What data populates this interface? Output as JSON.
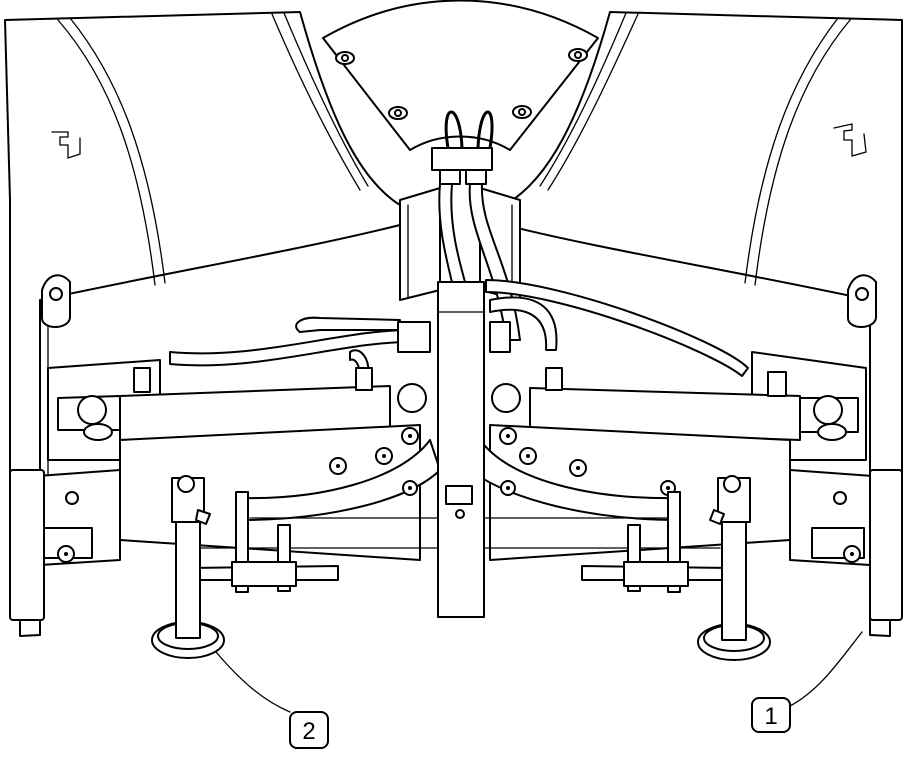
{
  "diagram": {
    "callouts": [
      {
        "id": "1",
        "label": "1"
      },
      {
        "id": "2",
        "label": "2"
      }
    ],
    "colors": {
      "line": "#000000",
      "background": "#ffffff"
    }
  }
}
